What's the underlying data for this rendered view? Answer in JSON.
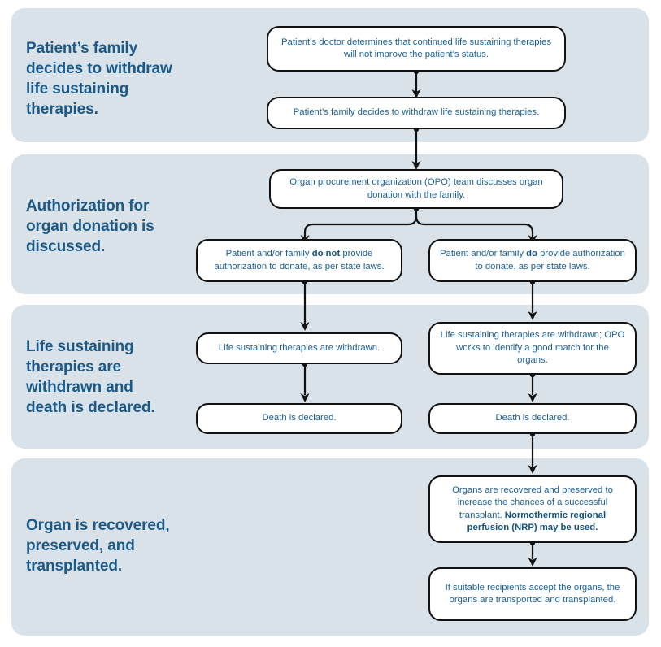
{
  "diagram": {
    "title": "Organ donation after circulatory death process flow",
    "colors": {
      "band_background": "#d9e1e9",
      "band_title_text": "#1b5a86",
      "node_text": "#1b5f94",
      "node_border": "#121212",
      "node_fill": "#ffffff",
      "page_background": "#ffffff"
    },
    "sections": [
      {
        "id": "section-1",
        "title": "Patient’s family decides to withdraw life sustaining therapies.",
        "title_lines": "Patient’s family\ndecides to withdraw\nlife sustaining\ntherapies."
      },
      {
        "id": "section-2",
        "title": "Authorization for organ donation is discussed.",
        "title_lines": "Authorization for\norgan donation is\ndiscussed."
      },
      {
        "id": "section-3",
        "title": "Life sustaining therapies are withdrawn and death is declared.",
        "title_lines": "Life sustaining\ntherapies are\nwithdrawn and\ndeath is declared."
      },
      {
        "id": "section-4",
        "title": "Organ is recovered, preserved, and transplanted.",
        "title_lines": "Organ is recovered,\npreserved, and\ntransplanted."
      }
    ],
    "nodes": [
      {
        "id": "node-doctor-determines",
        "section": "section-1",
        "text": "Patient’s doctor determines that continued life sustaining therapies will not improve the patient’s status.",
        "html": "Patient’s doctor determines that continued life sustaining therapies will not improve the patient’s status."
      },
      {
        "id": "node-family-decides",
        "section": "section-1",
        "text": "Patient’s family decides to withdraw life sustaining therapies.",
        "html": "Patient’s family decides to withdraw life sustaining therapies."
      },
      {
        "id": "node-opo-discusses",
        "section": "section-2",
        "text": "Organ procurement organization (OPO) team discusses organ donation with the family.",
        "html": "Organ procurement organization (OPO) team discusses organ donation with the family."
      },
      {
        "id": "node-no-authorization",
        "section": "section-2",
        "text": "Patient and/or family do not provide authorization to donate, as per state laws.",
        "html": "Patient and/or family <b>do not</b> provide authorization to donate, as per state laws."
      },
      {
        "id": "node-yes-authorization",
        "section": "section-2",
        "text": "Patient and/or family do provide authorization to donate, as per state laws.",
        "html": "Patient and/or family <b>do</b> provide authorization to donate, as per state laws."
      },
      {
        "id": "node-withdrawn-left",
        "section": "section-3",
        "text": "Life sustaining therapies are withdrawn.",
        "html": "Life sustaining therapies are withdrawn."
      },
      {
        "id": "node-withdrawn-right",
        "section": "section-3",
        "text": "Life sustaining therapies are withdrawn; OPO works to identify a good match for the organs.",
        "html": "Life sustaining therapies are withdrawn; OPO works to identify a good match for the organs."
      },
      {
        "id": "node-death-declared-left",
        "section": "section-3",
        "text": "Death is declared.",
        "html": "Death is declared."
      },
      {
        "id": "node-death-declared-right",
        "section": "section-3",
        "text": "Death is declared.",
        "html": "Death is declared."
      },
      {
        "id": "node-organs-recovered",
        "section": "section-4",
        "text": "Organs are recovered and preserved to increase the chances of a successful transplant. Normothermic regional perfusion (NRP) may be used.",
        "html": "Organs are recovered and preserved to increase the chances of a successful transplant. <b>Normothermic regional perfusion (NRP) may be used.</b>"
      },
      {
        "id": "node-transplanted",
        "section": "section-4",
        "text": "If suitable recipients accept the organs, the organs are transported and transplanted.",
        "html": "If suitable recipients accept the organs, the organs are transported and transplanted."
      }
    ],
    "connectors": [
      {
        "id": "arrow-doctor-to-family",
        "from": "node-doctor-determines",
        "to": "node-family-decides",
        "kind": "straight-down"
      },
      {
        "id": "arrow-family-to-opo",
        "from": "node-family-decides",
        "to": "node-opo-discusses",
        "kind": "straight-down"
      },
      {
        "id": "arrow-opo-split-left",
        "from": "node-opo-discusses",
        "to": "node-no-authorization",
        "kind": "branch-left"
      },
      {
        "id": "arrow-opo-split-right",
        "from": "node-opo-discusses",
        "to": "node-yes-authorization",
        "kind": "branch-right"
      },
      {
        "id": "arrow-no-auth-to-withdrawn",
        "from": "node-no-authorization",
        "to": "node-withdrawn-left",
        "kind": "straight-down"
      },
      {
        "id": "arrow-yes-auth-to-withdrawn",
        "from": "node-yes-authorization",
        "to": "node-withdrawn-right",
        "kind": "straight-down"
      },
      {
        "id": "arrow-withdrawn-left-to-death",
        "from": "node-withdrawn-left",
        "to": "node-death-declared-left",
        "kind": "straight-down"
      },
      {
        "id": "arrow-withdrawn-right-to-death",
        "from": "node-withdrawn-right",
        "to": "node-death-declared-right",
        "kind": "straight-down"
      },
      {
        "id": "arrow-death-to-recovered",
        "from": "node-death-declared-right",
        "to": "node-organs-recovered",
        "kind": "straight-down"
      },
      {
        "id": "arrow-recovered-to-transplanted",
        "from": "node-organs-recovered",
        "to": "node-transplanted",
        "kind": "straight-down"
      }
    ]
  }
}
